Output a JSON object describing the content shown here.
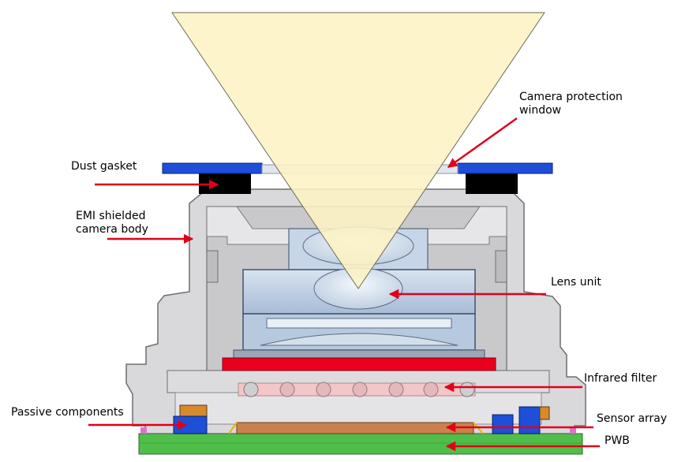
{
  "labels": {
    "camera_protection_window": [
      "Camera protection",
      "window"
    ],
    "dust_gasket": "Dust gasket",
    "emi_shielded_camera_body": [
      "EMI shielded",
      "camera body"
    ],
    "lens_unit": "Lens unit",
    "infrared_filter": "Infrared filter",
    "passive_components": "Passive components",
    "sensor_array": "Sensor array",
    "pwb": "PWB"
  },
  "colors": {
    "light_cone": "#fdf3c4",
    "window_glass": "#dfe6ef",
    "blue_parts": "#1d4fd8",
    "gasket": "#000000",
    "body_gray": "#d4d4d6",
    "lens_blue": "#bccfe5",
    "red_parts": "#e8001c",
    "infrared_filter": "#f3c6c8",
    "sensor": "#c9824c",
    "pwb_green": "#4fbf4a",
    "arrow": "#e00018"
  }
}
